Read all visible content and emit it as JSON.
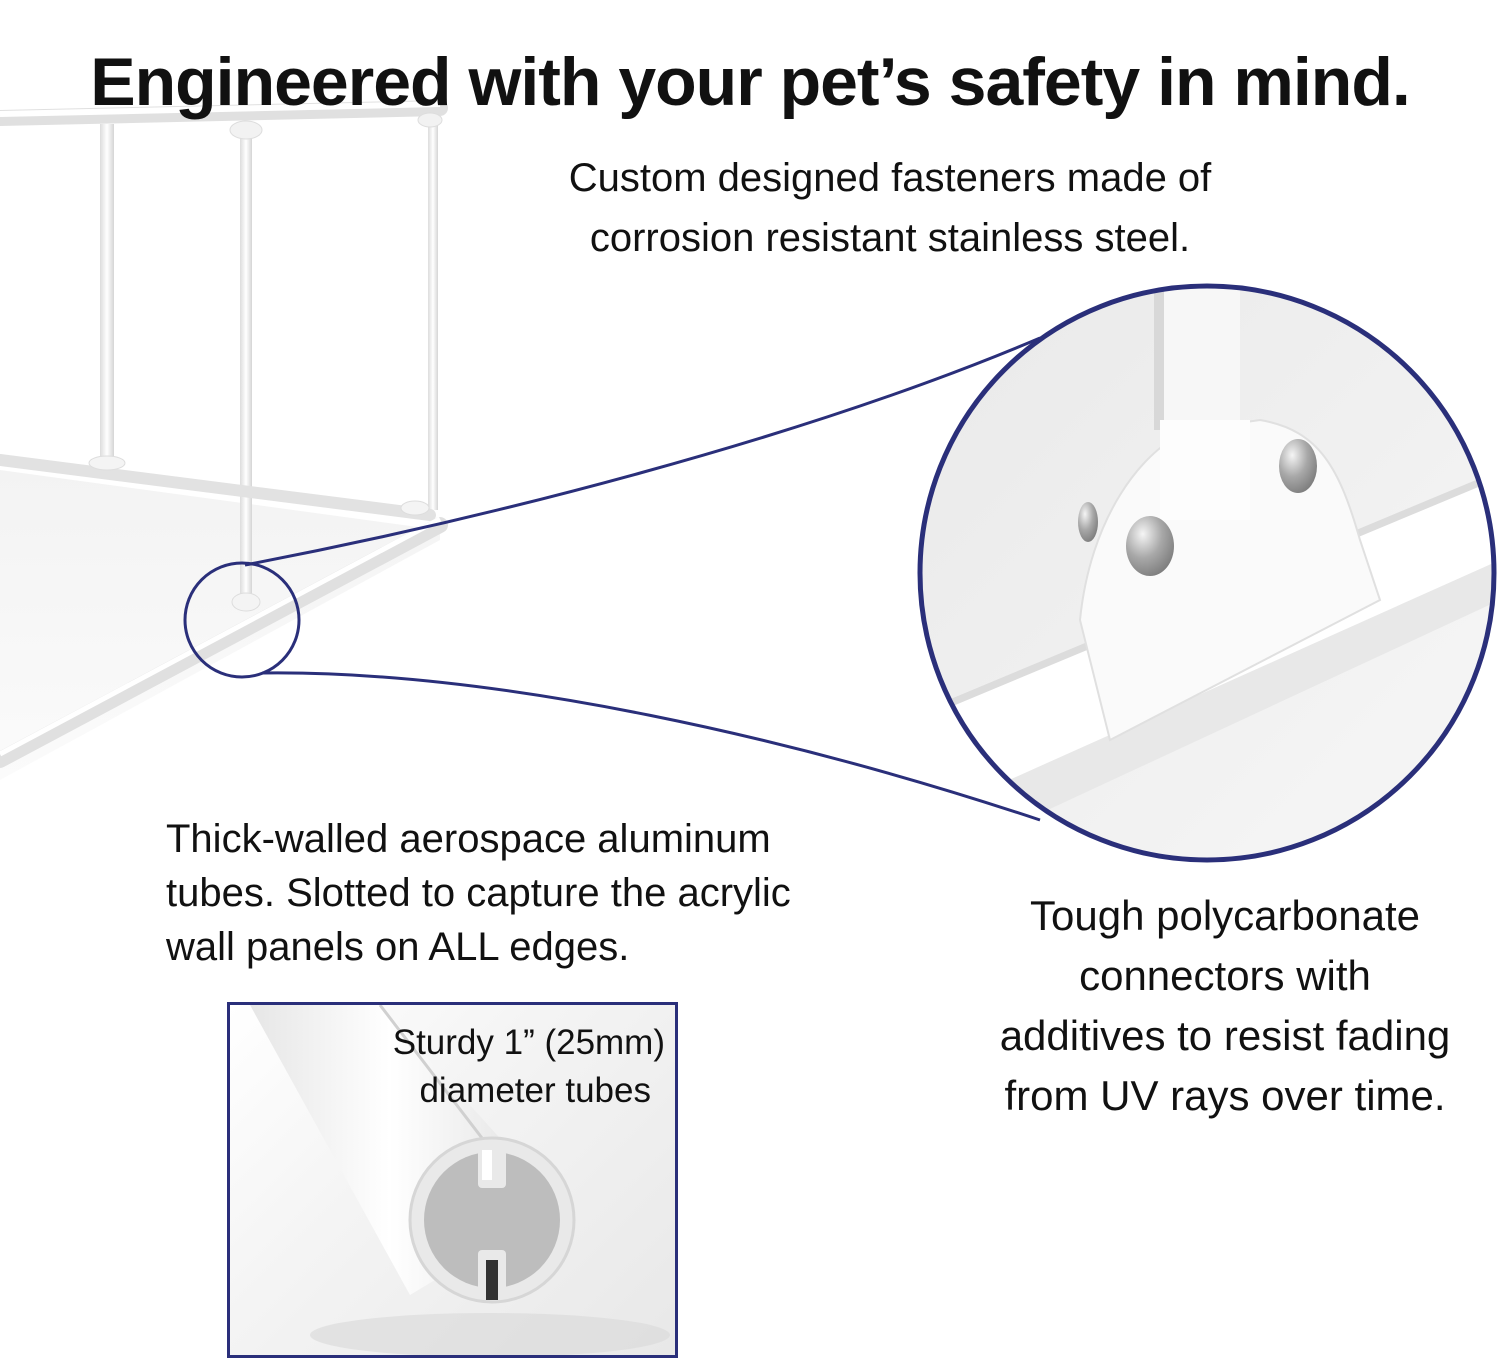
{
  "headline": "Engineered with your pet’s safety in mind.",
  "callouts": {
    "fasteners": {
      "line1": "Custom designed fasteners made of",
      "line2": "corrosion resistant stainless steel."
    },
    "tubes": {
      "line1": "Thick-walled aerospace aluminum",
      "line2": "tubes. Slotted to capture the acrylic",
      "line3": "wall panels on ALL edges."
    },
    "connectors": {
      "line1": "Tough polycarbonate",
      "line2": "connectors with",
      "line3": "additives to resist fading",
      "line4": "from UV rays over time."
    }
  },
  "inset": {
    "line1": "Sturdy 1” (25mm)",
    "line2": "diameter tubes"
  },
  "colors": {
    "accent": "#2a2f7a",
    "background": "#ffffff",
    "text": "#111111"
  }
}
